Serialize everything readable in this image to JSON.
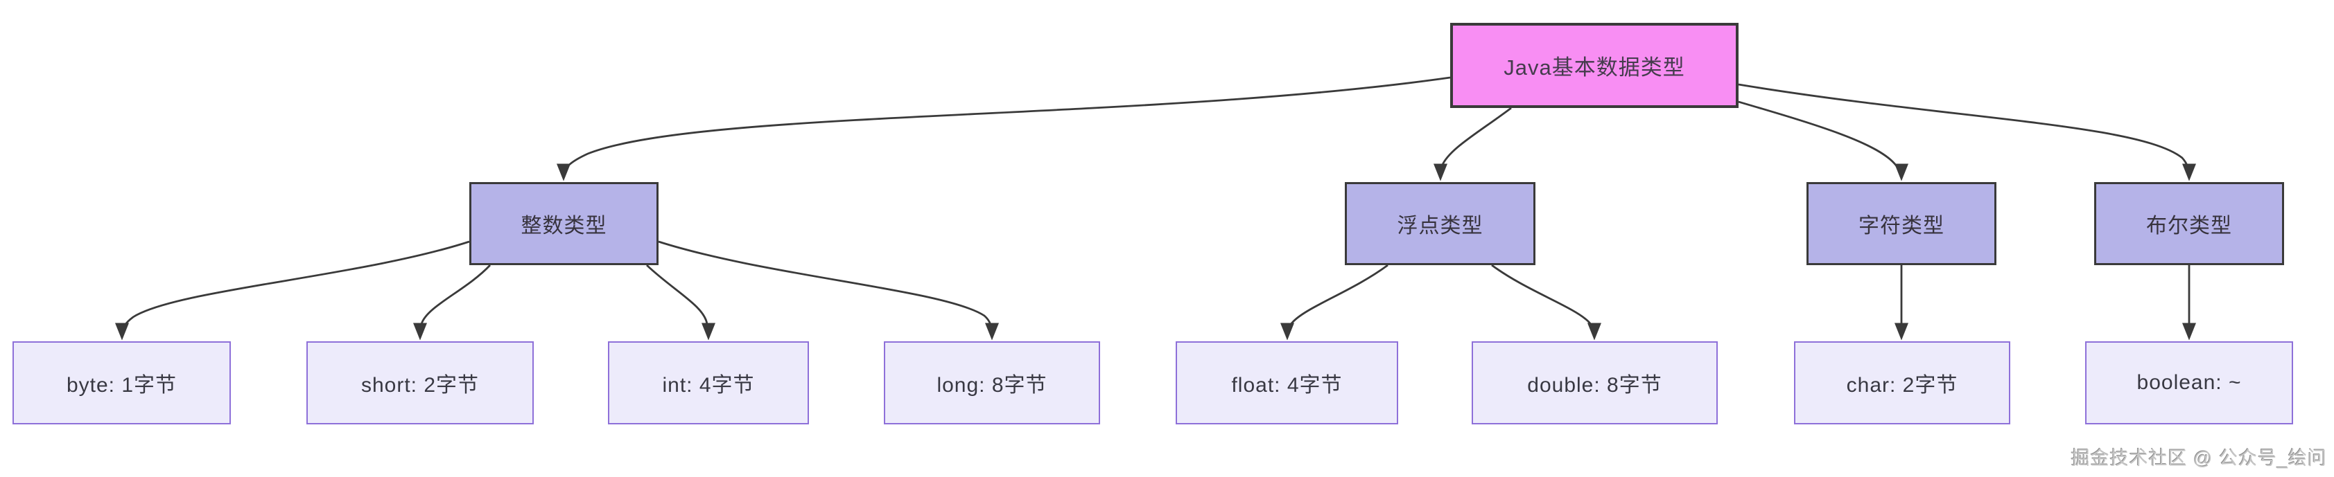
{
  "diagram": {
    "type": "flowchart",
    "direction": "top-down",
    "title_node": "Java基本数据类型",
    "root": {
      "id": "root",
      "label": "Java基本数据类型"
    },
    "level2": [
      {
        "id": "integer-type",
        "label": "整数类型"
      },
      {
        "id": "float-type",
        "label": "浮点类型"
      },
      {
        "id": "char-type",
        "label": "字符类型"
      },
      {
        "id": "bool-type",
        "label": "布尔类型"
      }
    ],
    "leaves": [
      {
        "id": "byte",
        "label": "byte: 1字节",
        "parent": "integer-type"
      },
      {
        "id": "short",
        "label": "short: 2字节",
        "parent": "integer-type"
      },
      {
        "id": "int",
        "label": "int: 4字节",
        "parent": "integer-type"
      },
      {
        "id": "long",
        "label": "long: 8字节",
        "parent": "integer-type"
      },
      {
        "id": "float",
        "label": "float: 4字节",
        "parent": "float-type"
      },
      {
        "id": "double",
        "label": "double: 8字节",
        "parent": "float-type"
      },
      {
        "id": "char",
        "label": "char: 2字节",
        "parent": "char-type"
      },
      {
        "id": "boolean",
        "label": "boolean: ~",
        "parent": "bool-type"
      }
    ],
    "edges": [
      {
        "from": "root",
        "to": "integer-type"
      },
      {
        "from": "root",
        "to": "float-type"
      },
      {
        "from": "root",
        "to": "char-type"
      },
      {
        "from": "root",
        "to": "bool-type"
      },
      {
        "from": "integer-type",
        "to": "byte"
      },
      {
        "from": "integer-type",
        "to": "short"
      },
      {
        "from": "integer-type",
        "to": "int"
      },
      {
        "from": "integer-type",
        "to": "long"
      },
      {
        "from": "float-type",
        "to": "float"
      },
      {
        "from": "float-type",
        "to": "double"
      },
      {
        "from": "char-type",
        "to": "char"
      },
      {
        "from": "bool-type",
        "to": "boolean"
      }
    ],
    "colors": {
      "root_fill": "#f88ef3",
      "branch_fill": "#b5b3e8",
      "leaf_fill": "#edebfb",
      "leaf_border": "#8e70d9",
      "dark_border": "#3a3a3a",
      "edge_stroke": "#3a3a3a",
      "background": "#ffffff"
    }
  },
  "watermark": {
    "text": "掘金技术社区 @ 公众号_绘问"
  }
}
